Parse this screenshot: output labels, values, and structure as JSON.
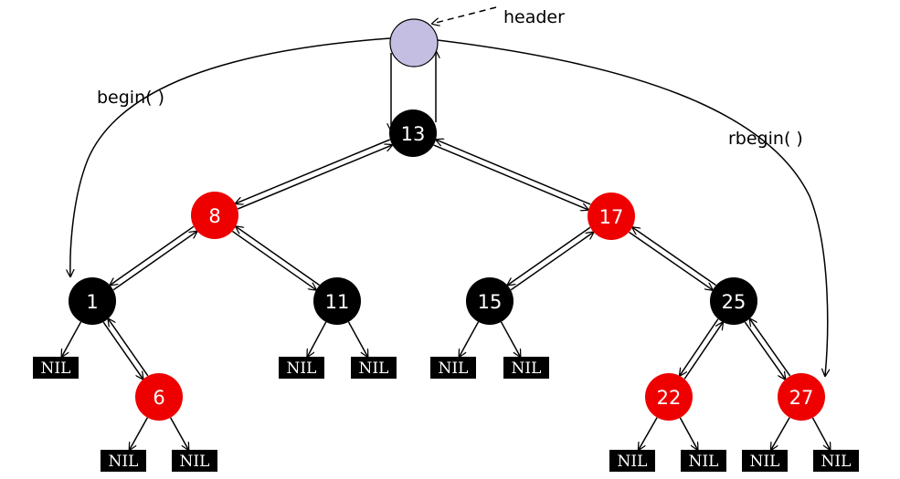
{
  "colors": {
    "red": "#ee0000",
    "black": "#000000",
    "header": "#c4bfe2",
    "edge": "#000000"
  },
  "labels": {
    "header": "header",
    "begin": "begin( )",
    "rbegin": "rbegin( )"
  },
  "header": {
    "name": "header-node"
  },
  "nodes": [
    {
      "id": "n13",
      "key": "13",
      "color": "black"
    },
    {
      "id": "n8",
      "key": "8",
      "color": "red"
    },
    {
      "id": "n17",
      "key": "17",
      "color": "red"
    },
    {
      "id": "n1",
      "key": "1",
      "color": "black"
    },
    {
      "id": "n11",
      "key": "11",
      "color": "black"
    },
    {
      "id": "n15",
      "key": "15",
      "color": "black"
    },
    {
      "id": "n25",
      "key": "25",
      "color": "black"
    },
    {
      "id": "n6",
      "key": "6",
      "color": "red"
    },
    {
      "id": "n22",
      "key": "22",
      "color": "red"
    },
    {
      "id": "n27",
      "key": "27",
      "color": "red"
    }
  ],
  "nil_label": "NIL",
  "nils": [
    {
      "id": "nil1L",
      "parent": "n1"
    },
    {
      "id": "nil6L",
      "parent": "n6"
    },
    {
      "id": "nil6R",
      "parent": "n6"
    },
    {
      "id": "nil11L",
      "parent": "n11"
    },
    {
      "id": "nil11R",
      "parent": "n11"
    },
    {
      "id": "nil15L",
      "parent": "n15"
    },
    {
      "id": "nil15R",
      "parent": "n15"
    },
    {
      "id": "nil22L",
      "parent": "n22"
    },
    {
      "id": "nil22R",
      "parent": "n22"
    },
    {
      "id": "nil27L",
      "parent": "n27"
    },
    {
      "id": "nil27R",
      "parent": "n27"
    }
  ],
  "edges": [
    {
      "from": "n13",
      "to": "n8",
      "double": true
    },
    {
      "from": "n13",
      "to": "n17",
      "double": true
    },
    {
      "from": "n8",
      "to": "n1",
      "double": true
    },
    {
      "from": "n8",
      "to": "n11",
      "double": true
    },
    {
      "from": "n17",
      "to": "n15",
      "double": true
    },
    {
      "from": "n17",
      "to": "n25",
      "double": true
    },
    {
      "from": "n1",
      "to": "n6",
      "double": true
    },
    {
      "from": "n25",
      "to": "n22",
      "double": true
    },
    {
      "from": "n25",
      "to": "n27",
      "double": true
    }
  ]
}
